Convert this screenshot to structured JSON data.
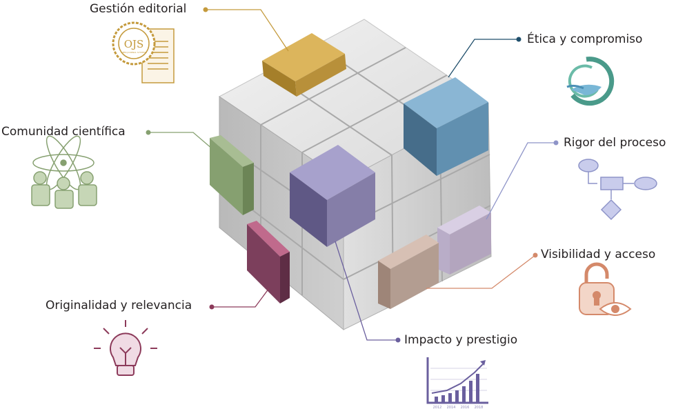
{
  "labels": {
    "gestion": "Gestión editorial",
    "etica": "Ética y compromiso",
    "comunidad": "Comunidad científica",
    "rigor": "Rigor del proceso",
    "visibilidad": "Visibilidad y acceso",
    "originalidad": "Originalidad y relevancia",
    "impacto": "Impacto y prestigio"
  },
  "icons": {
    "ojs_logo_text": "OJS",
    "ojs_logo_subtext": "OPEN JOURNAL SYSTEMS",
    "chart_years": [
      "2012",
      "2014",
      "2016",
      "2018"
    ]
  },
  "colors": {
    "gestion": "#c49a3c",
    "etica": "#1f4e6b",
    "etica_block": "#6f9fc0",
    "comunidad": "#86a070",
    "rigor": "#8e94c8",
    "visibilidad": "#d4896a",
    "originalidad": "#8c3a5a",
    "impacto": "#6a5f9e",
    "cube_gray": "#d0d0d0"
  }
}
